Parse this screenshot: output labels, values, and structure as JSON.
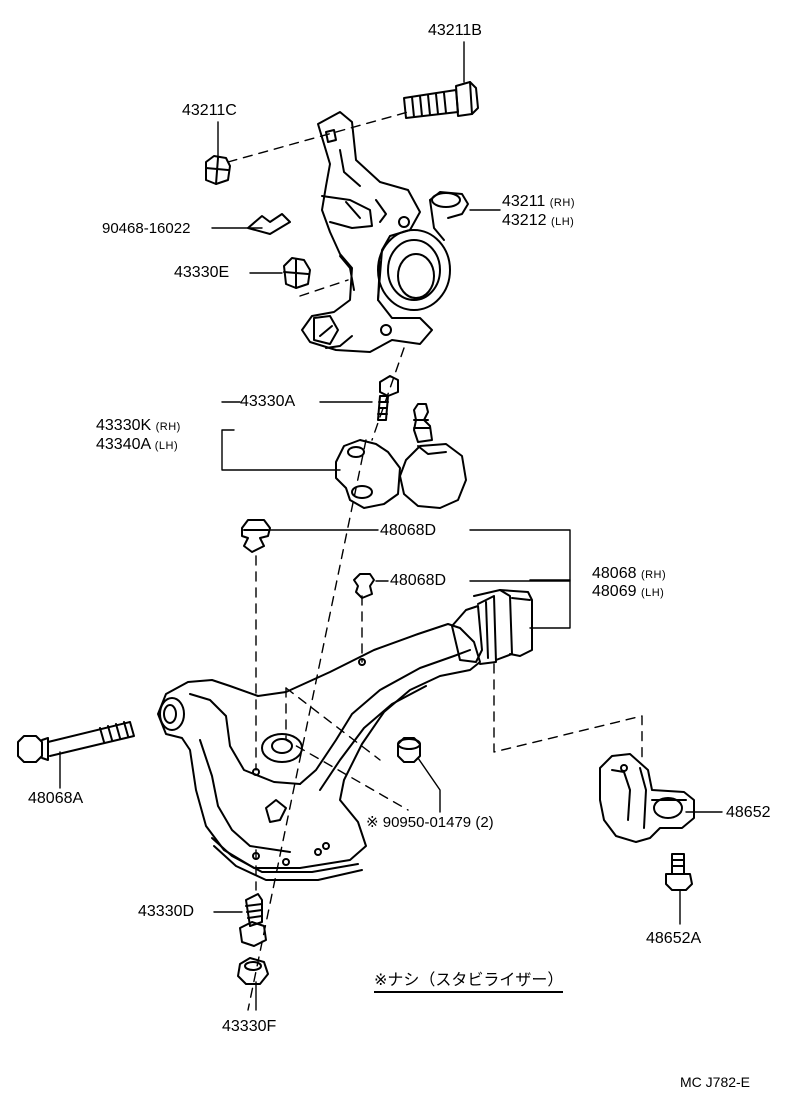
{
  "labels": {
    "p43211B": "43211B",
    "p43211C": "43211C",
    "p90468": "90468-16022",
    "p43211": "43211",
    "p43211_rh": "(RH)",
    "p43212": "43212",
    "p43212_lh": "(LH)",
    "p43330E": "43330E",
    "p43330A": "43330A",
    "p43330K": "43330K",
    "p43330K_rh": "(RH)",
    "p43340A": "43340A",
    "p43340A_lh": "(LH)",
    "p48068D_1": "48068D",
    "p48068D_2": "48068D",
    "p48068": "48068",
    "p48068_rh": "(RH)",
    "p48069": "48069",
    "p48069_lh": "(LH)",
    "p48068A": "48068A",
    "p90950": "※ 90950-01479 (2)",
    "p48652": "48652",
    "p48652A": "48652A",
    "p43330D": "43330D",
    "p43330F": "43330F"
  },
  "note": "※ナシ（スタビライザー）",
  "ref_code": "MC  J782-E"
}
